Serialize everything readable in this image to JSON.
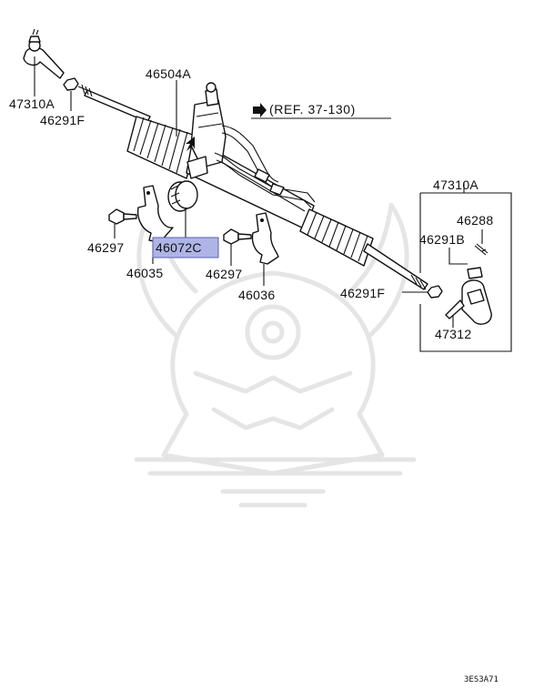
{
  "diagram": {
    "parts": {
      "tie_rod_end_left": "47310A",
      "nut_left": "46291F",
      "gear_box_assy": "46504A",
      "reference": "(REF. 37-130)",
      "clamp_bolt_left": "46297",
      "grommet_highlighted": "46072C",
      "clamp_left": "46035",
      "clamp_bolt_right": "46297",
      "clamp_right": "46036",
      "nut_right": "46291F",
      "tie_rod_end_right_assy": "47310A",
      "cotter_pin": "46288",
      "castle_nut": "46291B",
      "tie_rod_end_right": "47312"
    },
    "highlight_color": "#aeb4e6",
    "drawing_code": "3ES3A71"
  }
}
